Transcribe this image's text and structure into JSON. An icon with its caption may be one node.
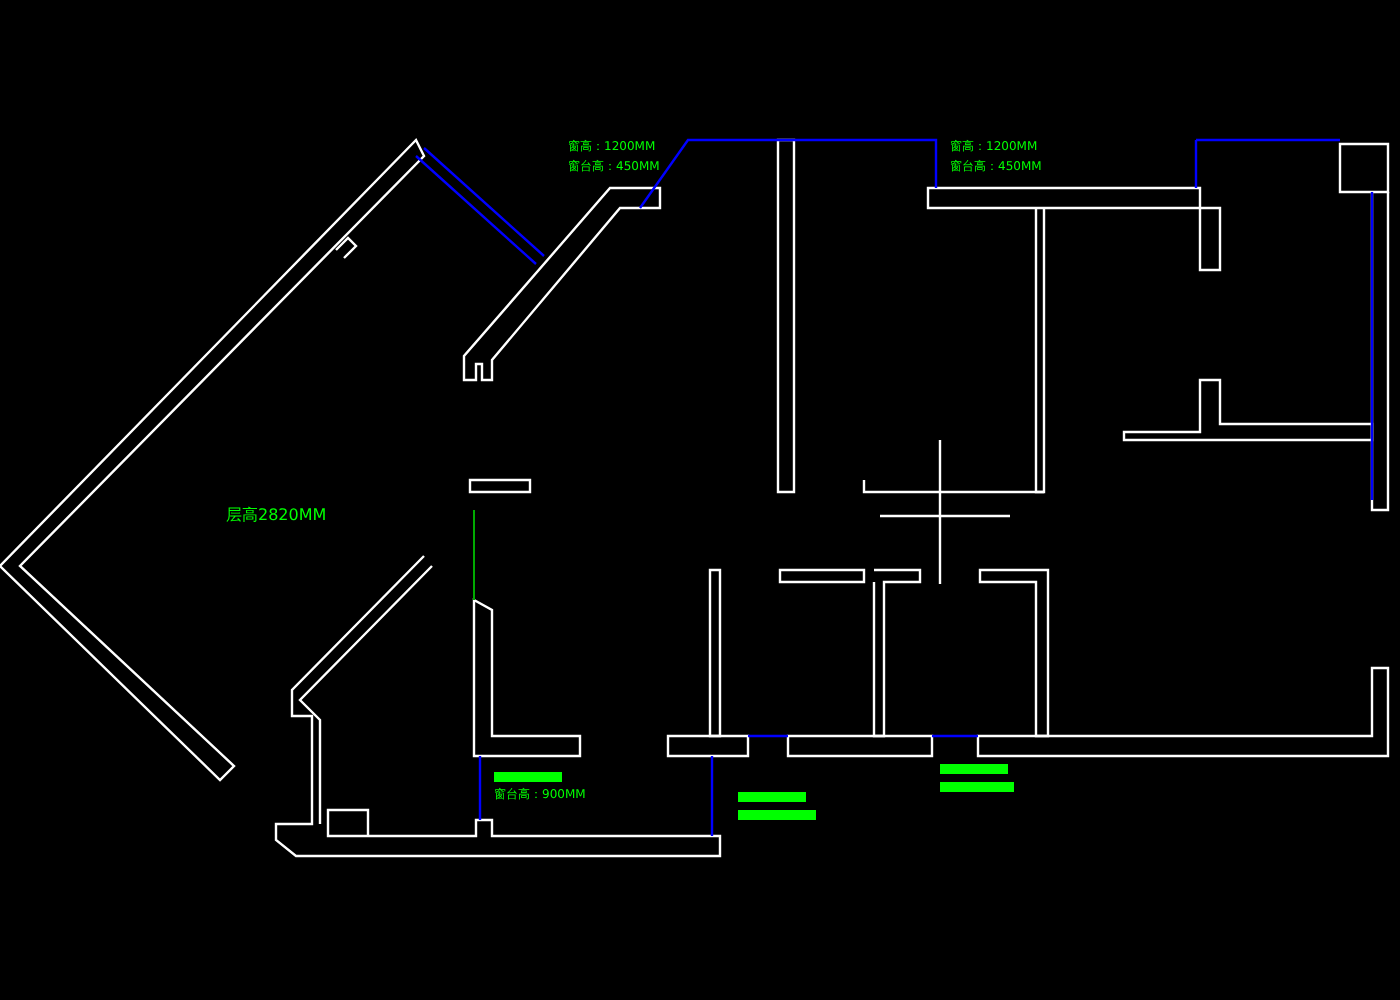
{
  "diagram": {
    "labels": [
      "窗高：1200MM",
      "窗台高：450MM",
      "窗高：1200MM",
      "窗台高：450MM",
      "层高2820MM",
      "窗台高：900MM"
    ]
  }
}
